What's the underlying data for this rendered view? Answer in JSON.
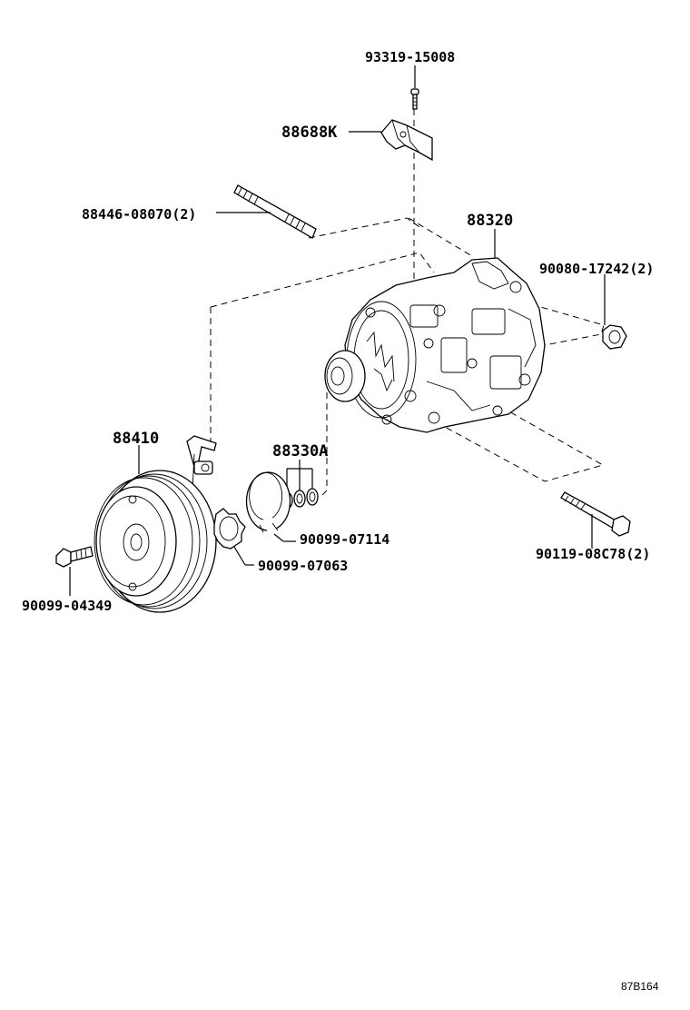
{
  "labels": {
    "screw_top": "93319-15008",
    "bracket": "88688K",
    "stud": "88446-08070(2)",
    "compressor": "88320",
    "nut": "90080-17242(2)",
    "clutch": "88410",
    "shim_set": "88330A",
    "snap_ring": "90099-07114",
    "retainer": "90099-07063",
    "bolt_clutch": "90099-04349",
    "bolt_mount": "90119-08C78(2)"
  },
  "diagram_code": "87B164"
}
